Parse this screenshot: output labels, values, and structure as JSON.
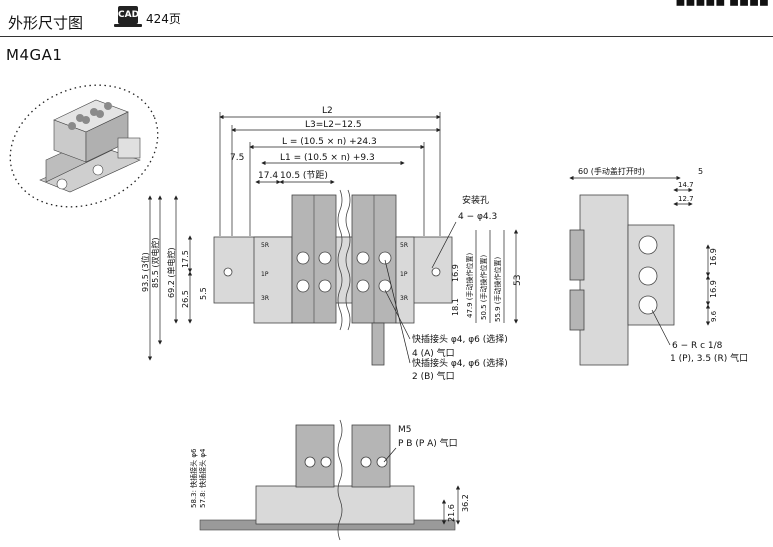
{
  "header": {
    "section_title": "外形尺寸图",
    "cad_badge": "CAD",
    "page_ref": "424页",
    "top_right": "◼◼◼◼◼ ◼◼◼◼"
  },
  "model": "M4GA1",
  "top_view": {
    "dims_horizontal": [
      "L2",
      "L3=L2−12.5",
      "L = (10.5 × n) +24.3",
      "L1 = (10.5 × n) +9.3",
      "7.5",
      "17.4",
      "10.5 (节距)"
    ],
    "dims_vertical_left": [
      "93.5 (3位)",
      "85.5 (双电控)",
      "69.2 (单电控)",
      "17.5",
      "26.5",
      "5.5"
    ],
    "dims_vertical_right": [
      "16.9",
      "47.9 (手动操作位置)",
      "50.5 (手动操作位置)",
      "55.9 (手动操作位置)",
      "18.1",
      "53"
    ],
    "mount_hole": "安装孔",
    "mount_hole_spec": "4 − φ4.3",
    "callout_1": "快插接头 φ4, φ6 (选择)",
    "callout_2": "4 (A) 气口",
    "callout_3": "快插接头 φ4, φ6 (选择)",
    "callout_4": "2 (B) 气口",
    "port_labels": [
      "5R",
      "1P",
      "3R",
      "5R",
      "1P",
      "3R"
    ]
  },
  "side_view": {
    "dim_60": "60 (手动盖打开时)",
    "dim_5": "5",
    "dim_147": "14.7",
    "dim_127": "12.7",
    "dim_169a": "16.9",
    "dim_169b": "16.9",
    "dim_96": "9.6",
    "callout_rc": "6 − R c 1/8",
    "callout_ports": "1 (P), 3.5 (R) 气口"
  },
  "front_view": {
    "m5": "M5",
    "pb_pa": "P B (P A) 气口",
    "left_dim_1": "58.3: 快插接头 φ6",
    "left_dim_2": "57.8: 快插接头 φ4",
    "dim_362": "36.2",
    "dim_216": "21.6"
  }
}
